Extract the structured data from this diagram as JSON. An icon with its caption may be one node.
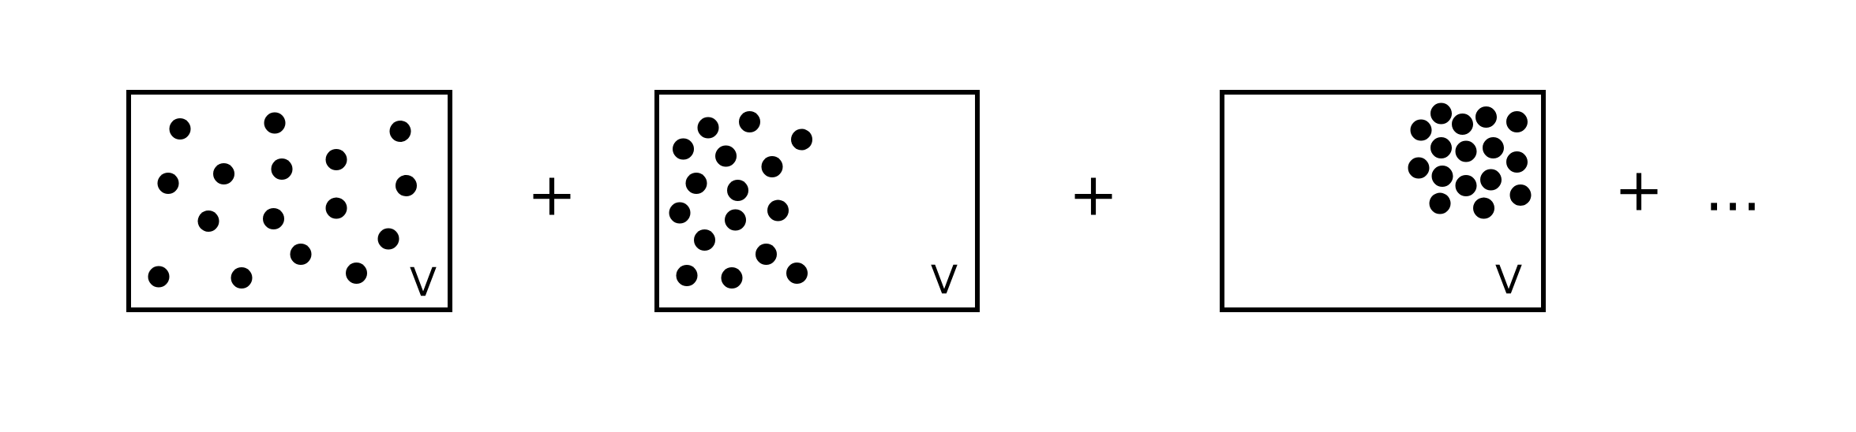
{
  "diagram": {
    "nodes": [
      {
        "text": [
          "V"
        ]
      },
      {
        "text": [
          "V"
        ]
      },
      {
        "text": [
          "V"
        ]
      }
    ],
    "labels": [
      "+",
      "+",
      "+",
      "..."
    ]
  }
}
